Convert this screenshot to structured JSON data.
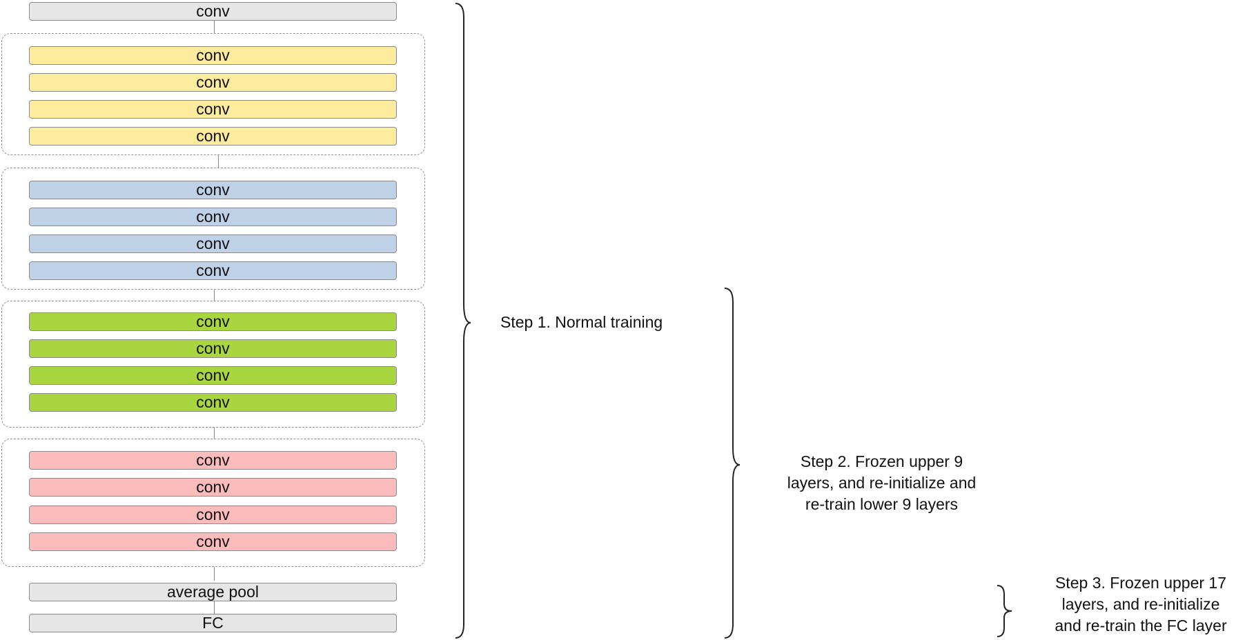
{
  "network": {
    "first_layer": "conv",
    "groups": [
      {
        "color": "#fdec9e",
        "layers": [
          "conv",
          "conv",
          "conv",
          "conv"
        ]
      },
      {
        "color": "#bfd1e6",
        "layers": [
          "conv",
          "conv",
          "conv",
          "conv"
        ]
      },
      {
        "color": "#a9d63f",
        "layers": [
          "conv",
          "conv",
          "conv",
          "conv"
        ]
      },
      {
        "color": "#fdbcbc",
        "layers": [
          "conv",
          "conv",
          "conv",
          "conv"
        ]
      }
    ],
    "plain_color": "#e6e6e6",
    "pool_layer": "average pool",
    "fc_layer": "FC"
  },
  "steps": {
    "step1": {
      "line1": "Step 1. Normal training"
    },
    "step2": {
      "line1": "Step 2. Frozen upper 9",
      "line2": "layers, and re-initialize and",
      "line3": "re-train lower 9 layers"
    },
    "step3": {
      "line1": "Step 3. Frozen upper 17",
      "line2": "layers, and re-initialize",
      "line3": "and re-train the FC layer"
    }
  }
}
